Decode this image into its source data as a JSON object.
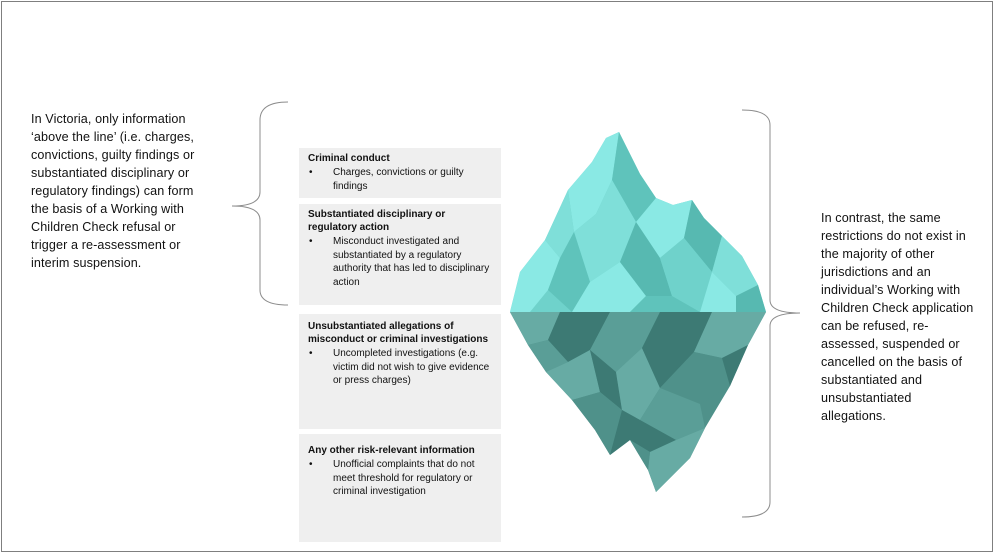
{
  "left_note": "In Victoria, only information ‘above the line’ (i.e. charges, convictions, guilty findings or substantiated disciplinary or regulatory findings) can form the basis of a Working with Children Check refusal or trigger a re-assessment or interim suspension.",
  "right_note": "In contrast, the same restrictions do not exist in the majority of other jurisdictions and an individual’s Working with Children Check application can be refused, re-assessed, suspended or cancelled on the basis of substantiated and unsubstantiated allegations.",
  "categories": [
    {
      "title": "Criminal conduct",
      "bullet": "Charges, convictions or guilty findings"
    },
    {
      "title": "Substantiated disciplinary or regulatory action",
      "bullet": "Misconduct investigated and substantiated by a regulatory authority that has led to disciplinary action"
    },
    {
      "title": "Unsubstantiated allegations of misconduct or criminal investigations",
      "bullet": "Uncompleted investigations (e.g. victim did not wish to give evidence or press charges)"
    },
    {
      "title": "Any other risk-relevant information",
      "bullet": "Unofficial complaints that do not meet threshold for regulatory or criminal investigation"
    }
  ],
  "colors": {
    "ice_above_light": "#8ae9e4",
    "ice_above_mid": "#6fd2cb",
    "ice_above_dark": "#57b9b1",
    "ice_below_light": "#67aba4",
    "ice_below_mid": "#4f918a",
    "ice_below_dark": "#3d7a74",
    "box_bg": "#efefef",
    "bracket": "#8c8c8c"
  }
}
